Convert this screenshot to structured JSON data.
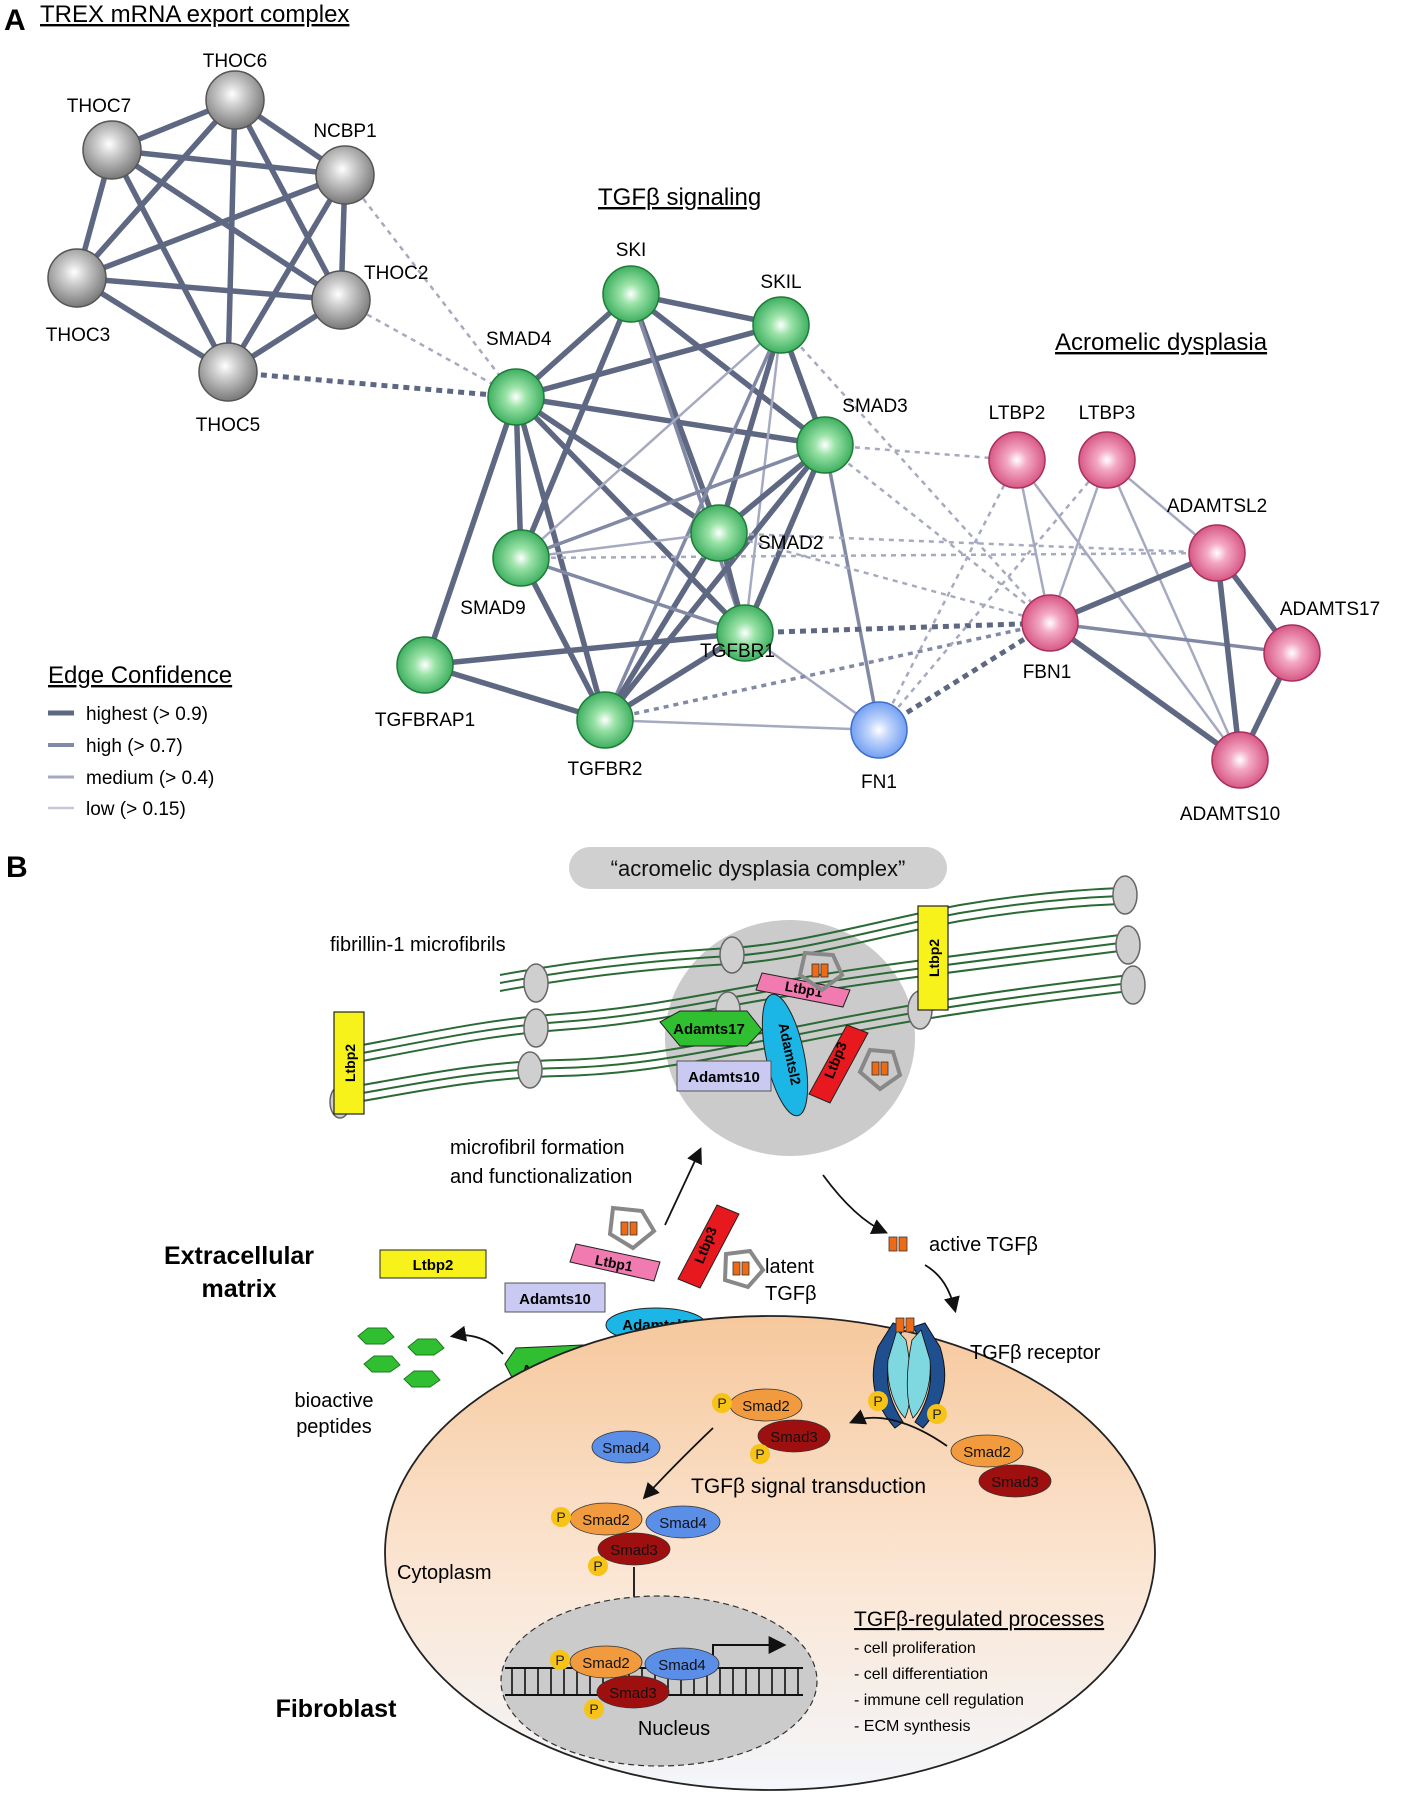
{
  "panel_a": {
    "label": "A",
    "cluster_titles": {
      "trex": "TREX mRNA export complex",
      "tgfb": "TGFβ signaling",
      "acromelic": "Acromelic dysplasia"
    },
    "node_colors": {
      "trex": "#8a8a8a",
      "tgfb": "#2fae55",
      "acromelic": "#d24a7b",
      "fn1": "#6d9ef0"
    },
    "nodes": [
      {
        "id": "THOC6",
        "label": "THOC6",
        "group": "trex"
      },
      {
        "id": "THOC7",
        "label": "THOC7",
        "group": "trex"
      },
      {
        "id": "NCBP1",
        "label": "NCBP1",
        "group": "trex"
      },
      {
        "id": "THOC2",
        "label": "THOC2",
        "group": "trex"
      },
      {
        "id": "THOC3",
        "label": "THOC3",
        "group": "trex"
      },
      {
        "id": "THOC5",
        "label": "THOC5",
        "group": "trex"
      },
      {
        "id": "SKI",
        "label": "SKI",
        "group": "tgfb"
      },
      {
        "id": "SKIL",
        "label": "SKIL",
        "group": "tgfb"
      },
      {
        "id": "SMAD4",
        "label": "SMAD4",
        "group": "tgfb"
      },
      {
        "id": "SMAD3",
        "label": "SMAD3",
        "group": "tgfb"
      },
      {
        "id": "SMAD2",
        "label": "SMAD2",
        "group": "tgfb"
      },
      {
        "id": "SMAD9",
        "label": "SMAD9",
        "group": "tgfb"
      },
      {
        "id": "TGFBR1",
        "label": "TGFBR1",
        "group": "tgfb"
      },
      {
        "id": "TGFBRAP1",
        "label": "TGFBRAP1",
        "group": "tgfb"
      },
      {
        "id": "TGFBR2",
        "label": "TGFBR2",
        "group": "tgfb"
      },
      {
        "id": "FN1",
        "label": "FN1",
        "group": "fn1"
      },
      {
        "id": "LTBP2",
        "label": "LTBP2",
        "group": "acromelic"
      },
      {
        "id": "LTBP3",
        "label": "LTBP3",
        "group": "acromelic"
      },
      {
        "id": "ADAMTSL2",
        "label": "ADAMTSL2",
        "group": "acromelic"
      },
      {
        "id": "FBN1",
        "label": "FBN1",
        "group": "acromelic"
      },
      {
        "id": "ADAMTS17",
        "label": "ADAMTS17",
        "group": "acromelic"
      },
      {
        "id": "ADAMTS10",
        "label": "ADAMTS10",
        "group": "acromelic"
      }
    ],
    "edges": [
      [
        "THOC6",
        "THOC7",
        "highest"
      ],
      [
        "THOC6",
        "NCBP1",
        "highest"
      ],
      [
        "THOC6",
        "THOC2",
        "highest"
      ],
      [
        "THOC6",
        "THOC3",
        "highest"
      ],
      [
        "THOC6",
        "THOC5",
        "highest"
      ],
      [
        "THOC7",
        "NCBP1",
        "highest"
      ],
      [
        "THOC7",
        "THOC2",
        "highest"
      ],
      [
        "THOC7",
        "THOC3",
        "highest"
      ],
      [
        "THOC7",
        "THOC5",
        "highest"
      ],
      [
        "NCBP1",
        "THOC2",
        "highest"
      ],
      [
        "NCBP1",
        "THOC3",
        "highest"
      ],
      [
        "NCBP1",
        "THOC5",
        "highest"
      ],
      [
        "THOC2",
        "THOC3",
        "highest"
      ],
      [
        "THOC2",
        "THOC5",
        "highest"
      ],
      [
        "THOC3",
        "THOC5",
        "highest"
      ],
      [
        "THOC5",
        "SMAD4",
        "highest-dashed"
      ],
      [
        "NCBP1",
        "SMAD4",
        "medium-dashed"
      ],
      [
        "THOC2",
        "SMAD4",
        "medium-dashed"
      ],
      [
        "SMAD4",
        "SKI",
        "highest"
      ],
      [
        "SMAD4",
        "SKIL",
        "highest"
      ],
      [
        "SMAD4",
        "SMAD3",
        "highest"
      ],
      [
        "SMAD4",
        "SMAD2",
        "highest"
      ],
      [
        "SMAD4",
        "SMAD9",
        "highest"
      ],
      [
        "SMAD4",
        "TGFBR1",
        "highest"
      ],
      [
        "SMAD4",
        "TGFBRAP1",
        "highest"
      ],
      [
        "SMAD4",
        "TGFBR2",
        "highest"
      ],
      [
        "SKI",
        "SKIL",
        "highest"
      ],
      [
        "SKI",
        "SMAD3",
        "highest"
      ],
      [
        "SKI",
        "SMAD2",
        "highest"
      ],
      [
        "SKI",
        "SMAD9",
        "highest"
      ],
      [
        "SKI",
        "TGFBR1",
        "high"
      ],
      [
        "SKIL",
        "SMAD3",
        "highest"
      ],
      [
        "SKIL",
        "SMAD2",
        "highest"
      ],
      [
        "SKIL",
        "SMAD9",
        "medium"
      ],
      [
        "SKIL",
        "TGFBR1",
        "medium"
      ],
      [
        "SKIL",
        "TGFBR2",
        "high"
      ],
      [
        "SMAD3",
        "SMAD2",
        "highest"
      ],
      [
        "SMAD3",
        "SMAD9",
        "high"
      ],
      [
        "SMAD3",
        "TGFBR1",
        "highest"
      ],
      [
        "SMAD3",
        "TGFBR2",
        "highest"
      ],
      [
        "SMAD3",
        "FN1",
        "high"
      ],
      [
        "SMAD2",
        "SMAD9",
        "medium"
      ],
      [
        "SMAD2",
        "TGFBR1",
        "highest"
      ],
      [
        "SMAD2",
        "TGFBR2",
        "highest"
      ],
      [
        "SMAD9",
        "TGFBR2",
        "highest"
      ],
      [
        "SMAD9",
        "TGFBR1",
        "high"
      ],
      [
        "TGFBR1",
        "TGFBR2",
        "highest"
      ],
      [
        "TGFBR1",
        "TGFBRAP1",
        "highest"
      ],
      [
        "TGFBR1",
        "FN1",
        "medium"
      ],
      [
        "TGFBR2",
        "TGFBRAP1",
        "highest"
      ],
      [
        "TGFBR2",
        "FN1",
        "medium"
      ],
      [
        "SMAD3",
        "LTBP2",
        "medium-dashed"
      ],
      [
        "SMAD3",
        "FBN1",
        "medium-dashed"
      ],
      [
        "SMAD2",
        "ADAMTSL2",
        "medium-dashed"
      ],
      [
        "SMAD2",
        "FBN1",
        "medium-dashed"
      ],
      [
        "SMAD9",
        "ADAMTSL2",
        "medium-dashed"
      ],
      [
        "TGFBR1",
        "FBN1",
        "highest-dashed"
      ],
      [
        "TGFBR2",
        "FBN1",
        "high-dashed"
      ],
      [
        "SKIL",
        "FBN1",
        "medium-dashed"
      ],
      [
        "FN1",
        "FBN1",
        "highest-dashed"
      ],
      [
        "FN1",
        "LTBP2",
        "medium-dashed"
      ],
      [
        "FN1",
        "LTBP3",
        "medium-dashed"
      ],
      [
        "LTBP2",
        "FBN1",
        "medium"
      ],
      [
        "LTBP2",
        "ADAMTS10",
        "medium"
      ],
      [
        "LTBP3",
        "FBN1",
        "medium"
      ],
      [
        "LTBP3",
        "ADAMTSL2",
        "medium"
      ],
      [
        "LTBP3",
        "ADAMTS10",
        "medium"
      ],
      [
        "FBN1",
        "ADAMTSL2",
        "highest"
      ],
      [
        "FBN1",
        "ADAMTS17",
        "high"
      ],
      [
        "FBN1",
        "ADAMTS10",
        "highest"
      ],
      [
        "ADAMTSL2",
        "ADAMTS17",
        "highest"
      ],
      [
        "ADAMTSL2",
        "ADAMTS10",
        "highest"
      ],
      [
        "ADAMTS17",
        "ADAMTS10",
        "highest"
      ]
    ],
    "legend": {
      "title": "Edge Confidence",
      "items": [
        {
          "key": "highest",
          "label": "highest (> 0.9)",
          "color": "#5f6883"
        },
        {
          "key": "high",
          "label": "high (> 0.7)",
          "color": "#8189a5"
        },
        {
          "key": "medium",
          "label": "medium (> 0.4)",
          "color": "#a6aac0"
        },
        {
          "key": "low",
          "label": "low (> 0.15)",
          "color": "#c6c8d8"
        }
      ]
    }
  },
  "panel_b": {
    "label": "B",
    "complex_title": "“acromelic dysplasia complex”",
    "microfibrils_label": "fibrillin-1 microfibrils",
    "formation_label_1": "microfibril formation",
    "formation_label_2": "and functionalization",
    "ecm_label_1": "Extracellular",
    "ecm_label_2": "matrix",
    "latent_label_1": "latent",
    "latent_label_2": "TGFβ",
    "active_label": "active TGFβ",
    "receptor_label": "TGFβ receptor",
    "peptides_label_1": "bioactive",
    "peptides_label_2": "peptides",
    "transduction_label": "TGFβ signal transduction",
    "cytoplasm_label": "Cytoplasm",
    "nucleus_label": "Nucleus",
    "fibroblast_label": "Fibroblast",
    "processes_title": "TGFβ-regulated processes",
    "processes": [
      "- cell proliferation",
      "- cell differentiation",
      "- immune cell regulation",
      "- ECM synthesis"
    ],
    "proteins": {
      "ltbp1": "Ltbp1",
      "ltbp2": "Ltbp2",
      "ltbp3": "Ltbp3",
      "adamts10": "Adamts10",
      "adamts17": "Adamts17",
      "adamtsl2": "Adamtsl2",
      "smad2": "Smad2",
      "smad3": "Smad3",
      "smad4": "Smad4",
      "p": "P"
    },
    "colors": {
      "ltbp1": "#f17ab0",
      "ltbp2": "#f7f21a",
      "ltbp3": "#e8191e",
      "adamts10": "#c9c9f2",
      "adamts17": "#2fbf30",
      "adamtsl2": "#1cb6e6",
      "smad2": "#f19a3e",
      "smad3": "#9e0f0f",
      "smad4": "#5b8ee6",
      "phospho": "#f6c316",
      "tgfb": "#ee6a14",
      "fibril": "#2a6a35"
    }
  }
}
